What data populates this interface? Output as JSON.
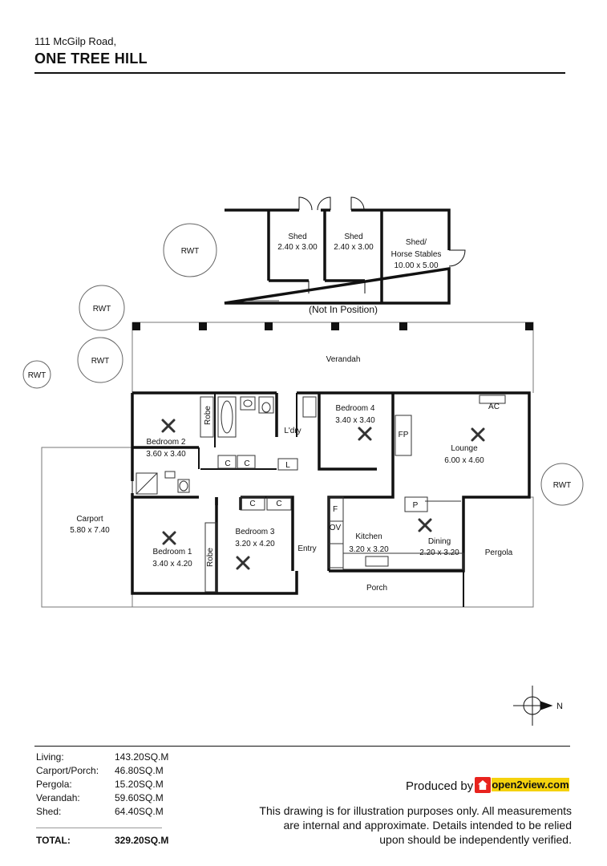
{
  "header": {
    "address": "111 McGilp Road,",
    "suburb": "ONE TREE HILL"
  },
  "rooms": {
    "shed1": {
      "name": "Shed",
      "size": "2.40 x 3.00"
    },
    "shed2": {
      "name": "Shed",
      "size": "2.40 x 3.00"
    },
    "shed3": {
      "name": "Shed/",
      "name2": "Horse Stables",
      "size": "10.00 x 5.00"
    },
    "not_in_position": "(Not In Position)",
    "verandah": "Verandah",
    "bedroom2": {
      "name": "Bedroom 2",
      "size": "3.60 x 3.40"
    },
    "robe_top": "Robe",
    "laundry": "L'dry",
    "bedroom4": {
      "name": "Bedroom 4",
      "size": "3.40 x 3.40"
    },
    "fp": "FP",
    "ac": "AC",
    "lounge": {
      "name": "Lounge",
      "size": "6.00 x 4.60"
    },
    "carport": {
      "name": "Carport",
      "size": "5.80 x 7.40"
    },
    "bedroom1": {
      "name": "Bedroom 1",
      "size": "3.40 x 4.20"
    },
    "robe_bottom": "Robe",
    "bedroom3": {
      "name": "Bedroom 3",
      "size": "3.20 x 4.20"
    },
    "entry": "Entry",
    "kitchen": {
      "name": "Kitchen",
      "size": "3.20 x 3.20"
    },
    "dining": {
      "name": "Dining",
      "size": "2.20 x 3.20"
    },
    "pergola": "Pergola",
    "porch": "Porch",
    "fridge": "F",
    "oven": "OV",
    "pantry": "P",
    "cupboard": "C",
    "linen": "L"
  },
  "rwt_label": "RWT",
  "compass_label": "N",
  "areas": [
    {
      "label": "Living:",
      "value": "143.20SQ.M"
    },
    {
      "label": "Carport/Porch:",
      "value": "46.80SQ.M"
    },
    {
      "label": "Pergola:",
      "value": "15.20SQ.M"
    },
    {
      "label": "Verandah:",
      "value": "59.60SQ.M"
    },
    {
      "label": "Shed:",
      "value": "64.40SQ.M"
    }
  ],
  "total": {
    "label": "TOTAL:",
    "value": "329.20SQ.M"
  },
  "footer": {
    "produced_by": "Produced by",
    "logo_text": "open2view.com",
    "disclaimer": [
      "This drawing is for illustration purposes only. All measurements",
      "are internal and approximate. Details intended to be relied",
      "upon should be independently verified."
    ]
  }
}
